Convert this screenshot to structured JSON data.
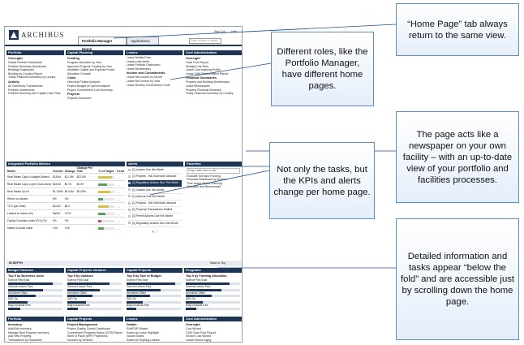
{
  "app": {
    "logo": "ARCHIBUS",
    "tabs": [
      {
        "label": "Portfolio Manager Home"
      },
      {
        "label": "Applications"
      }
    ],
    "search_placeholder": "Enter a form or report",
    "sign_out": "Sign Out",
    "help": "Help"
  },
  "row1": [
    {
      "title": "Portfolio",
      "sections": [
        {
          "head": "Oversight",
          "items": [
            "Global Portfolio Dashboard",
            "Portfolio Summary Dashboard",
            "Buildings Dashboard",
            "Building by Country Report",
            "Yearly Financial Summary by Country"
          ]
        },
        {
          "head": "Activity",
          "items": [
            "All Ownership Transactions",
            "Portfolio Investments",
            "Portfolio Summary Net Capital Cash Flow"
          ]
        }
      ]
    },
    {
      "title": "Capital Planning",
      "sections": [
        {
          "head": "Funding",
          "items": [
            "Program Allocation by Year",
            "Approved Projects Funding by Year",
            "Available Capital and Expense Funds",
            "Allocation Console"
          ]
        },
        {
          "head": "Costs",
          "items": [
            "Historical Project Analyzer",
            "Project Budget vs Spend Analyzer",
            "Project Commitment Cost Summary"
          ]
        },
        {
          "head": "Projects",
          "items": [
            "Projects Scorecard"
          ]
        }
      ]
    },
    {
      "title": "Leases",
      "sections": [
        {
          "head": "",
          "items": [
            "Lease Details Form",
            "Leases with Alerts",
            "Lease Portfolio Dashboard",
            "Lease Benchmarks"
          ]
        },
        {
          "head": "Income and Commitments",
          "items": [
            "Lease Net Income by Month",
            "Lease Net Income by Year",
            "Lease Monthly Commitment Costs"
          ]
        }
      ]
    },
    {
      "title": "Cost Administration",
      "sections": [
        {
          "head": "Oversight",
          "items": [
            "Cash Flow Report",
            "Straight Line Rent",
            "Lease Cost Indexing Profile",
            "Lease CAM Reconciliation Report"
          ]
        },
        {
          "head": "Financial Summaries",
          "items": [
            "Property and Building Benchmarks",
            "Lease Benchmarks",
            "Property Financial Summary",
            "Yearly Financial Summary by Country"
          ]
        }
      ]
    }
  ],
  "metrics": {
    "title": "Integrated Portfolio Metrics",
    "headers": [
      "Metric",
      "Current",
      "Change",
      "Change Per Year",
      "% of Target",
      "Trend"
    ],
    "rows": [
      {
        "name": "Real Estate Cap/Lo Budget Utilized",
        "current": "$134M",
        "change": "$11.0M",
        "cpy": "$22.0M",
        "pct": 0.85,
        "color": "#d6c14a"
      },
      {
        "name": "Real Estate Cap/Lo (per Gross Area)",
        "current": "$15.65",
        "change": "$0.78",
        "cpy": "$0.39",
        "pct": 0.55,
        "color": "#5aa05a"
      },
      {
        "name": "Real Estate Op Ex",
        "current": "$1.126M",
        "change": "$0.04M",
        "cpy": "$0.09M",
        "pct": 0.75,
        "color": "#d6c14a"
      },
      {
        "name": "Return on Assets",
        "current": "6%",
        "change": "0%",
        "cpy": "",
        "pct": 0.3,
        "color": "#5aa05a"
      },
      {
        "name": "TCO (per Seat)",
        "current": "$3,051",
        "change": "$6.0",
        "cpy": "",
        "pct": 0.65,
        "color": "#d6c14a"
      },
      {
        "name": "Leased to Owned (%)",
        "current": "NaN%",
        "change": "0.0%",
        "cpy": "",
        "pct": 0.45,
        "color": "#5aa05a"
      },
      {
        "name": "Facility Condition Index (FCI) (%)",
        "current": "0%",
        "change": "0%",
        "cpy": "",
        "pct": 0.2,
        "color": "#c0504d"
      },
      {
        "name": "Market to Book Value",
        "current": "0.24",
        "change": "0.00",
        "cpy": "",
        "pct": 0.35,
        "color": "#5aa05a"
      }
    ]
  },
  "alerts": {
    "title": "Alerts",
    "items": [
      "[1] Leases Due this Week",
      "[1] Projects - this Schedule Variance",
      "[1] Regulatory Actions Due This Week",
      "[1] Leases Due this Month",
      "[1] Options Due this Month",
      "[1] Projects - this Schedule Variance",
      "[1] Property Transactions Stalled",
      "[4] Permit Actions Due this Month",
      "[1] Regulatory Actions Due this Month"
    ],
    "selected_index": 2,
    "pager": "● ○"
  },
  "favorites": {
    "title": "Favorites",
    "add_label": "Drag a task here to add",
    "items": [
      "Evaluate Scenario Funding",
      "Financial Dashboard by Division",
      "Time-based Space Planning",
      "Allocation and Benchmarks"
    ]
  },
  "indepth": {
    "label": "IN DEPTH",
    "back": "Back to Top"
  },
  "row3": [
    {
      "title": "Budget Variance",
      "sub": "Top 5 by Business Units",
      "bars": [
        {
          "label": "Science Park East",
          "v": 0.82
        },
        {
          "label": "General Lecture Park",
          "v": 0.64
        },
        {
          "label": "Aerodome Office",
          "v": 0.5
        },
        {
          "label": "D&D Op",
          "v": 0.36
        },
        {
          "label": "Bldg Industrial Park",
          "v": 0.22
        }
      ]
    },
    {
      "title": "Capital Projects Variance",
      "sub": "Top 5 by Variance",
      "bars": [
        {
          "label": "Science Park East",
          "v": 0.78
        },
        {
          "label": "General Lecture Park",
          "v": 0.6
        },
        {
          "label": "Aerodome Office",
          "v": 0.46
        },
        {
          "label": "D&D Op",
          "v": 0.34
        },
        {
          "label": "Bldg Industrial Park",
          "v": 0.2
        }
      ]
    },
    {
      "title": "Capital Projects",
      "sub": "Top 5 by Size of Budget",
      "bars": [
        {
          "label": "Science Park East",
          "v": 0.9
        },
        {
          "label": "General Lecture Park",
          "v": 0.62
        },
        {
          "label": "Aerodome Office",
          "v": 0.44
        },
        {
          "label": "D&D Op",
          "v": 0.3
        },
        {
          "label": "Bldg Industrial Park",
          "v": 0.18
        }
      ]
    },
    {
      "title": "Programs",
      "sub": "Top 5 by Funding Allocation",
      "bars": [
        {
          "label": "Science Park East",
          "v": 0.8
        },
        {
          "label": "General Lecture Park",
          "v": 0.66
        },
        {
          "label": "Aerodome Office",
          "v": 0.48
        },
        {
          "label": "D&D Op",
          "v": 0.32
        },
        {
          "label": "Bldg Industrial Park",
          "v": 0.2
        }
      ]
    }
  ],
  "row4": [
    {
      "title": "Portfolio",
      "head": "Inventory",
      "items": [
        "Add/Edit Inventory",
        "Manage Real Property Inventory",
        "Add New Property",
        "Transactions by Requestor",
        "Transactions by Property Asset Unique"
      ]
    },
    {
      "title": "Capital Projects",
      "head": "Project Management",
      "items": [
        "Project Quality Control Dashboard",
        "Commitment Progress Status (CPS) Report",
        "Work in Place (WIP) Projections",
        "Invoices by Vendors"
      ]
    },
    {
      "title": "Leases",
      "head": "Details",
      "items": [
        "RAMTAR Wizard",
        "Suites by Lease Highlight",
        "Vacant Suites",
        "Suites for Expiring Leases",
        "Expirations"
      ]
    },
    {
      "title": "Cost Administration",
      "head": "Oversight",
      "items": [
        "Cost Wizard",
        "CAM Cash Flow Report",
        "Invoice Cost Wizard",
        "Lease Invoice Aging",
        "Archive"
      ]
    }
  ],
  "callouts": {
    "c1": "“Home Page” tab always return to the same view.",
    "c2": "Different roles, like the Portfolio Manager, have different home pages.",
    "c3": "The page acts like a newspaper on your own facility – with an up-to-date view of your portfolio and facilities processes.",
    "c4": "Not only the tasks, but the KPIs and alerts change per home page.",
    "c5": "Detailed information and tasks appear “below the fold” and are accessible just by scrolling down the home page."
  }
}
